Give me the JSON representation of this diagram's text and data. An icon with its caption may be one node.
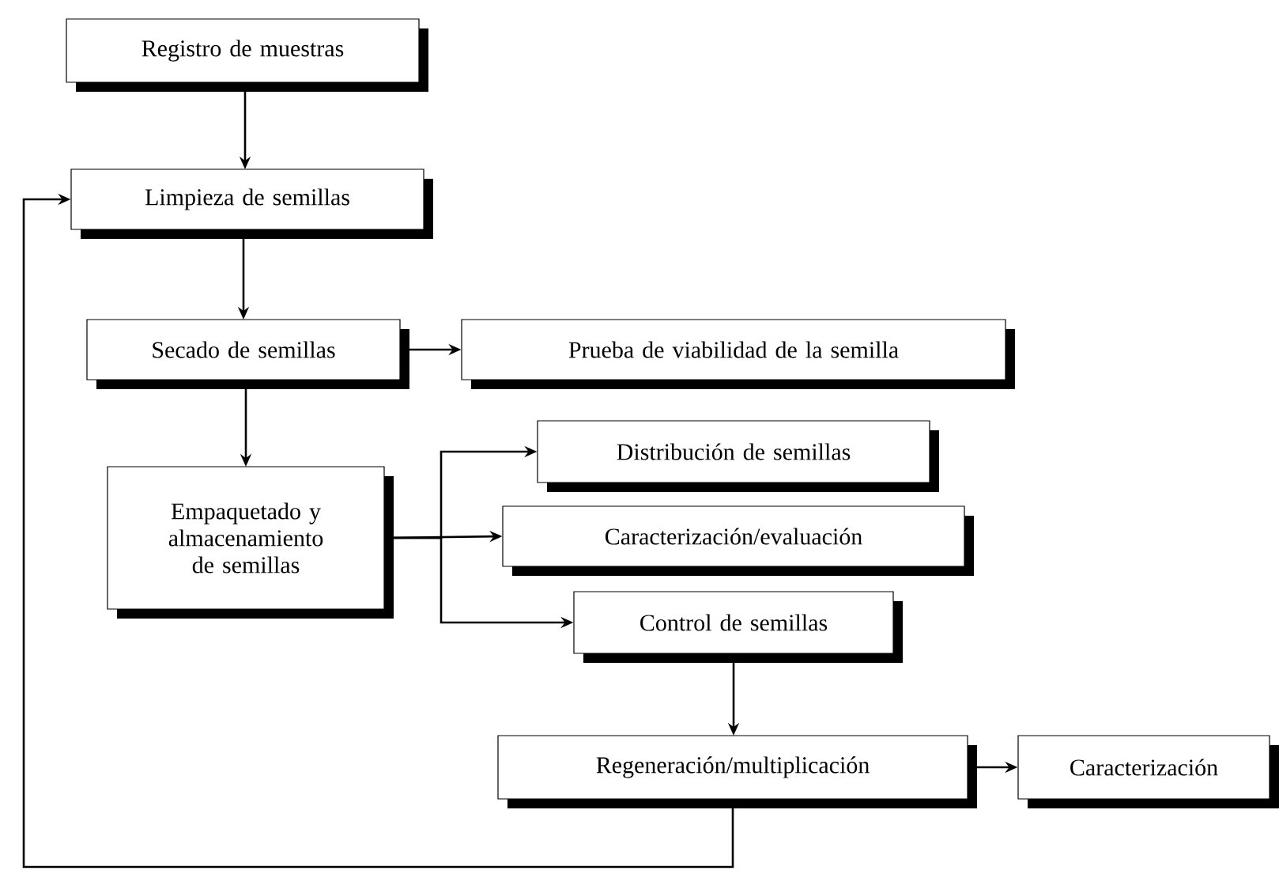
{
  "diagram": {
    "nodes": [
      {
        "text": [
          "Registro de muestras"
        ]
      },
      {
        "text": [
          "Limpieza de semillas"
        ]
      },
      {
        "text": [
          "Secado de semillas"
        ]
      },
      {
        "text": [
          "Prueba de viabilidad de la semilla"
        ]
      },
      {
        "text": [
          "Empaquetado y almacenamiento de semillas"
        ]
      },
      {
        "text": [
          "Distribución de semillas"
        ]
      },
      {
        "text": [
          "Caracterización/evaluación"
        ]
      },
      {
        "text": [
          "Control de semillas"
        ]
      },
      {
        "text": [
          "Regeneración/multiplicación"
        ]
      },
      {
        "text": [
          "Caracterización"
        ]
      }
    ],
    "edges": [
      {
        "from": 0,
        "to": 1,
        "arrow": "to"
      },
      {
        "from": 1,
        "to": 2,
        "arrow": "to"
      },
      {
        "from": 2,
        "to": 3,
        "arrow": "to"
      },
      {
        "from": 2,
        "to": 4,
        "arrow": "to"
      },
      {
        "from": 4,
        "to": 5,
        "arrow": "to"
      },
      {
        "from": 4,
        "to": 6,
        "arrow": "to"
      },
      {
        "from": 4,
        "to": 7,
        "arrow": "to"
      },
      {
        "from": 7,
        "to": 8,
        "arrow": "to"
      },
      {
        "from": 8,
        "to": 9,
        "arrow": "to"
      },
      {
        "from": 8,
        "to": 1,
        "arrow": "to"
      }
    ]
  }
}
